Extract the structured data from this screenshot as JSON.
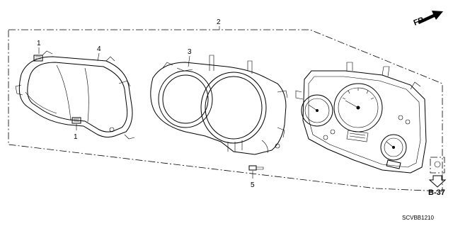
{
  "diagram": {
    "direction_label": "FR.",
    "reference_label": "B-37",
    "diagram_code": "SCVBB1210",
    "callouts": [
      {
        "id": "2",
        "label": "2"
      },
      {
        "id": "4",
        "label": "4"
      },
      {
        "id": "1a",
        "label": "1"
      },
      {
        "id": "3",
        "label": "3"
      },
      {
        "id": "1b",
        "label": "1"
      },
      {
        "id": "5",
        "label": "5"
      }
    ]
  }
}
